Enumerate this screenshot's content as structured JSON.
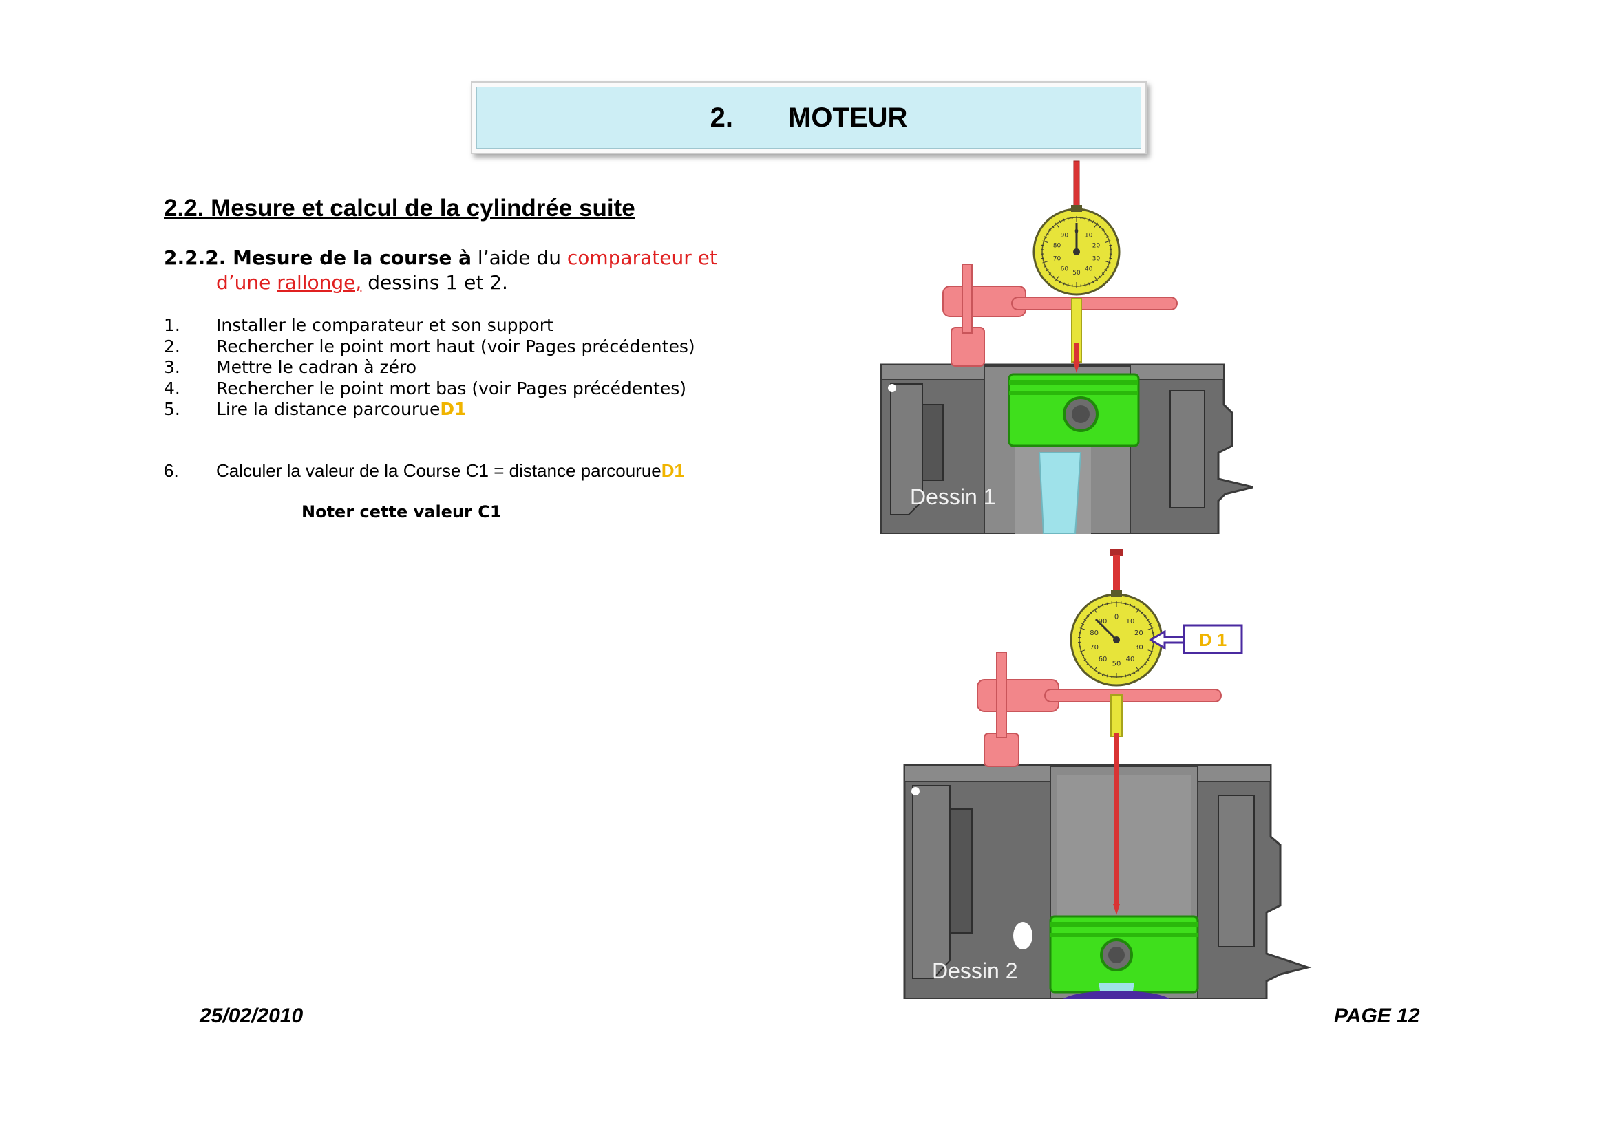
{
  "header": {
    "number": "2.",
    "title": "MOTEUR"
  },
  "section": {
    "title": "2.2. Mesure et calcul de la cylindrée  suite"
  },
  "subsection": {
    "bold": "2.2.2. Mesure de la course à",
    "text1": " l’aide du ",
    "red1": "comparateur et",
    "red2": "d’une ",
    "red_underlined": "rallonge,",
    "text2": " dessins 1 et 2."
  },
  "steps": [
    {
      "num": "1.",
      "text": "Installer le comparateur et son support",
      "suffix": ""
    },
    {
      "num": "2.",
      "text": "Rechercher le point mort haut (voir Pages précédentes)",
      "suffix": ""
    },
    {
      "num": "3.",
      "text": "Mettre le cadran à zéro",
      "suffix": ""
    },
    {
      "num": "4.",
      "text": "Rechercher le point mort bas (voir Pages précédentes)",
      "suffix": ""
    },
    {
      "num": "5.",
      "text": "Lire la distance parcourue ",
      "suffix": "D1"
    }
  ],
  "step6": {
    "num": "6.",
    "text": "Calculer la valeur  de la Course C1 = distance parcourue  ",
    "suffix": "D1"
  },
  "note": "Noter cette valeur C1",
  "figures": {
    "drawing1_label": "Dessin 1",
    "drawing2_label": "Dessin 2",
    "callout_label": "D 1",
    "dial_ticks": [
      "0",
      "10",
      "20",
      "30",
      "40",
      "50",
      "60",
      "70",
      "80",
      "90"
    ]
  },
  "footer": {
    "date": "25/02/2010",
    "page": "PAGE 12"
  },
  "colors": {
    "banner": "#cdeef5",
    "red": "#e02020",
    "d1": "#f0b400",
    "engine_block": "#6d6d6d",
    "piston": "#3fdf1c",
    "rod": "#9fe2ea",
    "gauge": "#e7e43a",
    "support": "#f2868a",
    "callout_border": "#4a2aa0"
  }
}
